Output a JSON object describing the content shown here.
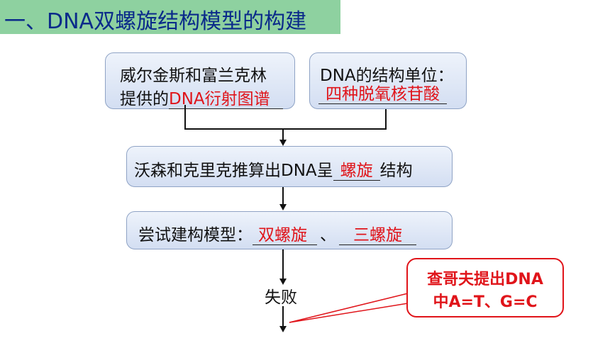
{
  "title": "一、DNA双螺旋结构模型的构建",
  "box1": {
    "line1": "威尔金斯和富兰克林",
    "line2_prefix": "提供的",
    "line2_answer": "DNA衍射图谱"
  },
  "box2": {
    "line1": "DNA的结构单位：",
    "line2_answer": "四种脱氧核苷酸"
  },
  "box3": {
    "prefix": "沃森和克里克推算出DNA呈",
    "answer": "螺旋",
    "suffix": "结构"
  },
  "box4": {
    "prefix": "尝试建构模型：",
    "answer1": "双螺旋",
    "sep": "、",
    "answer2": "三螺旋"
  },
  "fail_label": "失败",
  "callout": {
    "line1": "查哥夫提出DNA",
    "line2": "中A=T、G=C"
  },
  "colors": {
    "title_bg": "#8ed1a0",
    "title_text": "#0a2a8a",
    "answer_red": "#e0141a",
    "box_fill": "#dbe5f5"
  }
}
